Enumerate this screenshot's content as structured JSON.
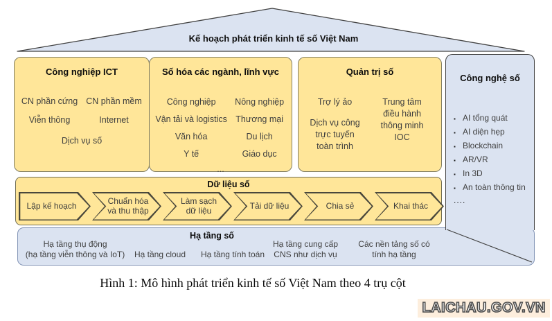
{
  "roof": {
    "title": "Kế hoạch phát triển kinh tế số Việt Nam"
  },
  "pillars": [
    {
      "title": "Công nghiệp ICT",
      "row1": [
        "CN phần cứng",
        "CN phần mềm"
      ],
      "row2": [
        "Viễn thông",
        "Internet"
      ],
      "row3": "Dịch vụ số"
    },
    {
      "title": "Số hóa các ngành, lĩnh vực",
      "left": [
        "Công nghiệp",
        "Vận tải và logistics",
        "Văn hóa",
        "Y tế"
      ],
      "right": [
        "Nông nghiệp",
        "Thương mại",
        "Du lịch",
        "Giáo dục"
      ],
      "more": "..."
    },
    {
      "title": "Quản trị số",
      "left": [
        "Trợ lý ảo",
        "Dịch vụ công\ntrực tuyến\ntoàn trình"
      ],
      "right": [
        "Trung tâm\nđiều hành\nthông minh\nIOC"
      ]
    }
  ],
  "technology": {
    "title": "Công nghệ số",
    "items": [
      "AI tổng quát",
      "AI diện hẹp",
      "Blockchain",
      "AR/VR",
      "In 3D",
      "An toàn thông tin"
    ],
    "more": "...."
  },
  "data_layer": {
    "title": "Dữ liệu số",
    "steps": [
      "Lập kế hoạch",
      "Chuẩn hóa\nvà thu thập",
      "Làm sạch\ndữ liệu",
      "Tải dữ liệu",
      "Chia sẻ",
      "Khai thác"
    ]
  },
  "infrastructure": {
    "title": "Hạ tầng số",
    "items": [
      "Hạ tầng thụ động\n(hạ tầng viễn thông và IoT)",
      "Hạ tầng cloud",
      "Hạ tầng tính toán",
      "Hạ tầng cung cấp\nCNS như dịch vụ",
      "Các nền tảng số có\ntính hạ tầng"
    ]
  },
  "caption": "Hình 1: Mô hình phát triển kinh tế số Việt Nam theo 4 trụ cột",
  "watermark": "LAICHAU.GOV.VN",
  "icons": {
    "bullet": "▪"
  },
  "colors": {
    "box_yellow": "#ffe699",
    "box_blue": "#dbe3f1",
    "outline_dark": "#404040",
    "outline_olive": "#807d62",
    "infra_border": "#8193b5",
    "text": "#3f3f3f",
    "watermark_bg": "#fdeedd"
  }
}
